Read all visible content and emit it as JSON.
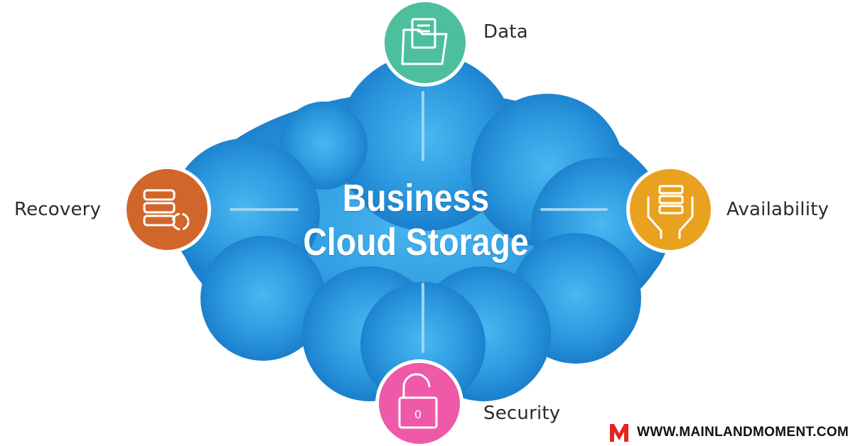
{
  "center": {
    "line1": "Business",
    "line2": "Cloud Storage"
  },
  "nodes": {
    "data": {
      "label": "Data",
      "color": "#4dbf9c",
      "icon": "folder-documents-icon"
    },
    "recovery": {
      "label": "Recovery",
      "color": "#d1662b",
      "icon": "server-refresh-icon"
    },
    "availability": {
      "label": "Availability",
      "color": "#e9a21f",
      "icon": "hands-server-icon"
    },
    "security": {
      "label": "Security",
      "color": "#ee5aa8",
      "icon": "padlock-icon"
    }
  },
  "colors": {
    "cloud_light": "#35a7e8",
    "cloud_dark": "#1577c8",
    "connector": "#9fd4f5"
  },
  "watermark": {
    "text": "WWW.MAINLANDMOMENT.COM",
    "logo_color": "#e52420"
  }
}
